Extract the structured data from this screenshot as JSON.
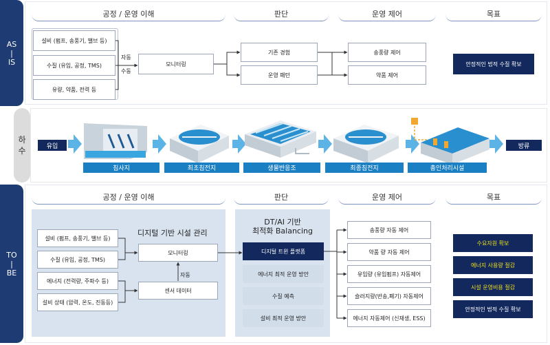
{
  "colors": {
    "asis_side": "#1e3b73",
    "tobe_side": "#1e3b73",
    "mid_side": "#dcdcdc",
    "navy": "#13285d",
    "stage_blue": "#1b7fc4",
    "arrow_cyan": "#5bb3e6",
    "goal_yellow": "#f2e21a"
  },
  "asis": {
    "side_label": [
      "AS",
      "|",
      "IS"
    ],
    "headers": {
      "process": "공정 / 운영 이해",
      "judgement": "판단",
      "control": "운영 제어",
      "goal": "목표"
    },
    "inputs": [
      "설비 (펌프, 송풍기, 밸브 등)",
      "수질 (유입, 공정, TMS)",
      "유량, 약품, 전력 등"
    ],
    "auto_label": [
      "자동",
      "수동"
    ],
    "monitoring": "모니터링",
    "judgements": [
      "기존 경험",
      "운영 패턴"
    ],
    "controls": [
      "송풍량 제어",
      "약품 제어"
    ],
    "goal": "안정적인 법적 수질 확보"
  },
  "process": {
    "side_label": [
      "하",
      "수"
    ],
    "inflow": "유입",
    "outflow": "방류",
    "stages": [
      "침사지",
      "최초침전지",
      "생물반응조",
      "최종침전지",
      "총인처리시설"
    ]
  },
  "tobe": {
    "side_label": [
      "TO",
      "|",
      "BE"
    ],
    "headers": {
      "process": "공정 / 운영 이해",
      "judgement": "판단",
      "control": "운영 제어",
      "goal": "목표"
    },
    "inputs": [
      "설비 (펌프, 송풍기, 밸브 등)",
      "수질 (유입, 공정, TMS)",
      "에너지 (전력량, 주파수 등)",
      "설비 상태 (압력, 온도, 진동등)"
    ],
    "digital_title": "디지털 기반 시설 관리",
    "monitoring": "모니터링",
    "auto_label": "자동",
    "sensor": "센서 데이터",
    "dt_title": [
      "DT/AI 기반",
      "최적화 Balancing"
    ],
    "platform": "디지털 트윈 플랫폼",
    "dt_items": [
      "에너지 최적 운영 방안",
      "수질 예측",
      "설비 최적 운영 방안"
    ],
    "controls": [
      "송풍량 자동 제어",
      "약품 량 자동 제어",
      "유입량 (유입펌프) 자동제어",
      "슬러지량(반송,폐기) 자동제어",
      "에너지 자동제어 (신재생, ESS)"
    ],
    "goals": [
      "수요자원 확보",
      "에너지 사용량 절감",
      "시설 운영비용 절감",
      "안정적인 법적 수질 확보"
    ]
  }
}
